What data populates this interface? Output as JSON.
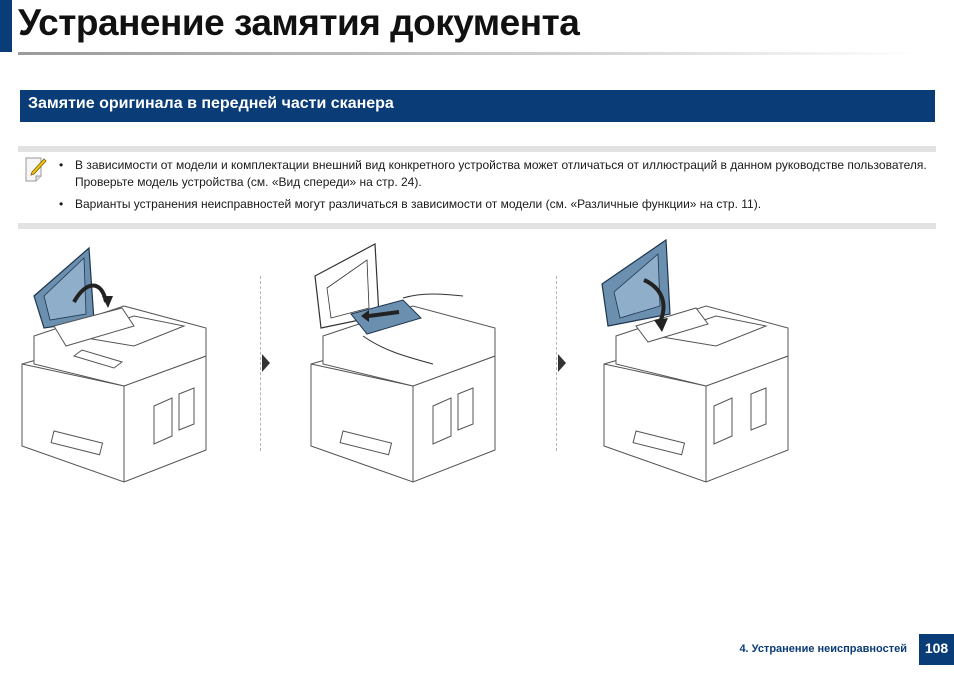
{
  "page_title": "Устранение замятия документа",
  "section_title": "Замятие оригинала в передней части сканера",
  "notes": [
    "В зависимости от модели и комплектации внешний вид конкретного устройства может отличаться от иллюстраций в данном руководстве пользователя. Проверьте модель устройства (см. «Вид спереди» на стр. 24).",
    "Варианты устранения неисправностей могут различаться в зависимости от модели (см. «Различные функции» на стр. 11)."
  ],
  "icons": {
    "note": "note-pencil-icon",
    "step": "triangle-arrow-icon"
  },
  "footer": {
    "chapter": "4. Устранение неисправностей",
    "page": "108"
  },
  "colors": {
    "accent": "#0a3c78",
    "illustration_blue": "#5f86a6"
  }
}
